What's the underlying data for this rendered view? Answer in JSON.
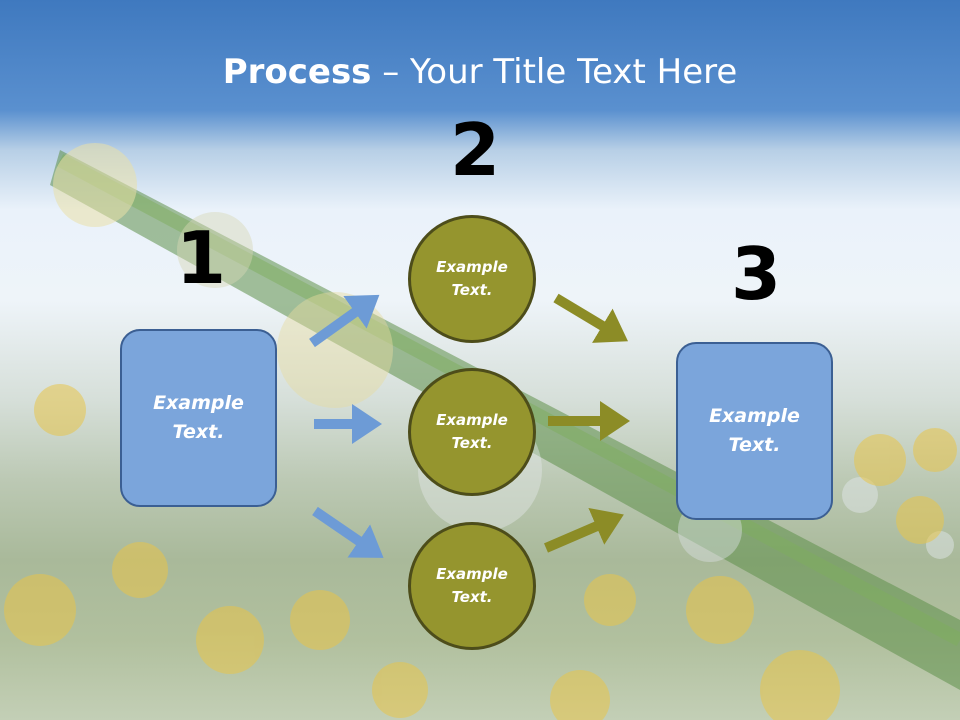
{
  "title": {
    "bold": "Process",
    "rest": " – Your Title Text Here"
  },
  "steps": {
    "one": "1",
    "two": "2",
    "three": "3"
  },
  "left_box": {
    "text": "Example Text."
  },
  "circles": [
    {
      "text": "Example Text."
    },
    {
      "text": "Example Text."
    },
    {
      "text": "Example Text."
    }
  ],
  "right_box": {
    "text": "Example Text."
  },
  "colors": {
    "blue_box": "#7ba5db",
    "olive": "#95952e",
    "arrow_blue": "#6d9bd6",
    "arrow_olive": "#8c8c26",
    "title_bar": "#4a82c6"
  }
}
